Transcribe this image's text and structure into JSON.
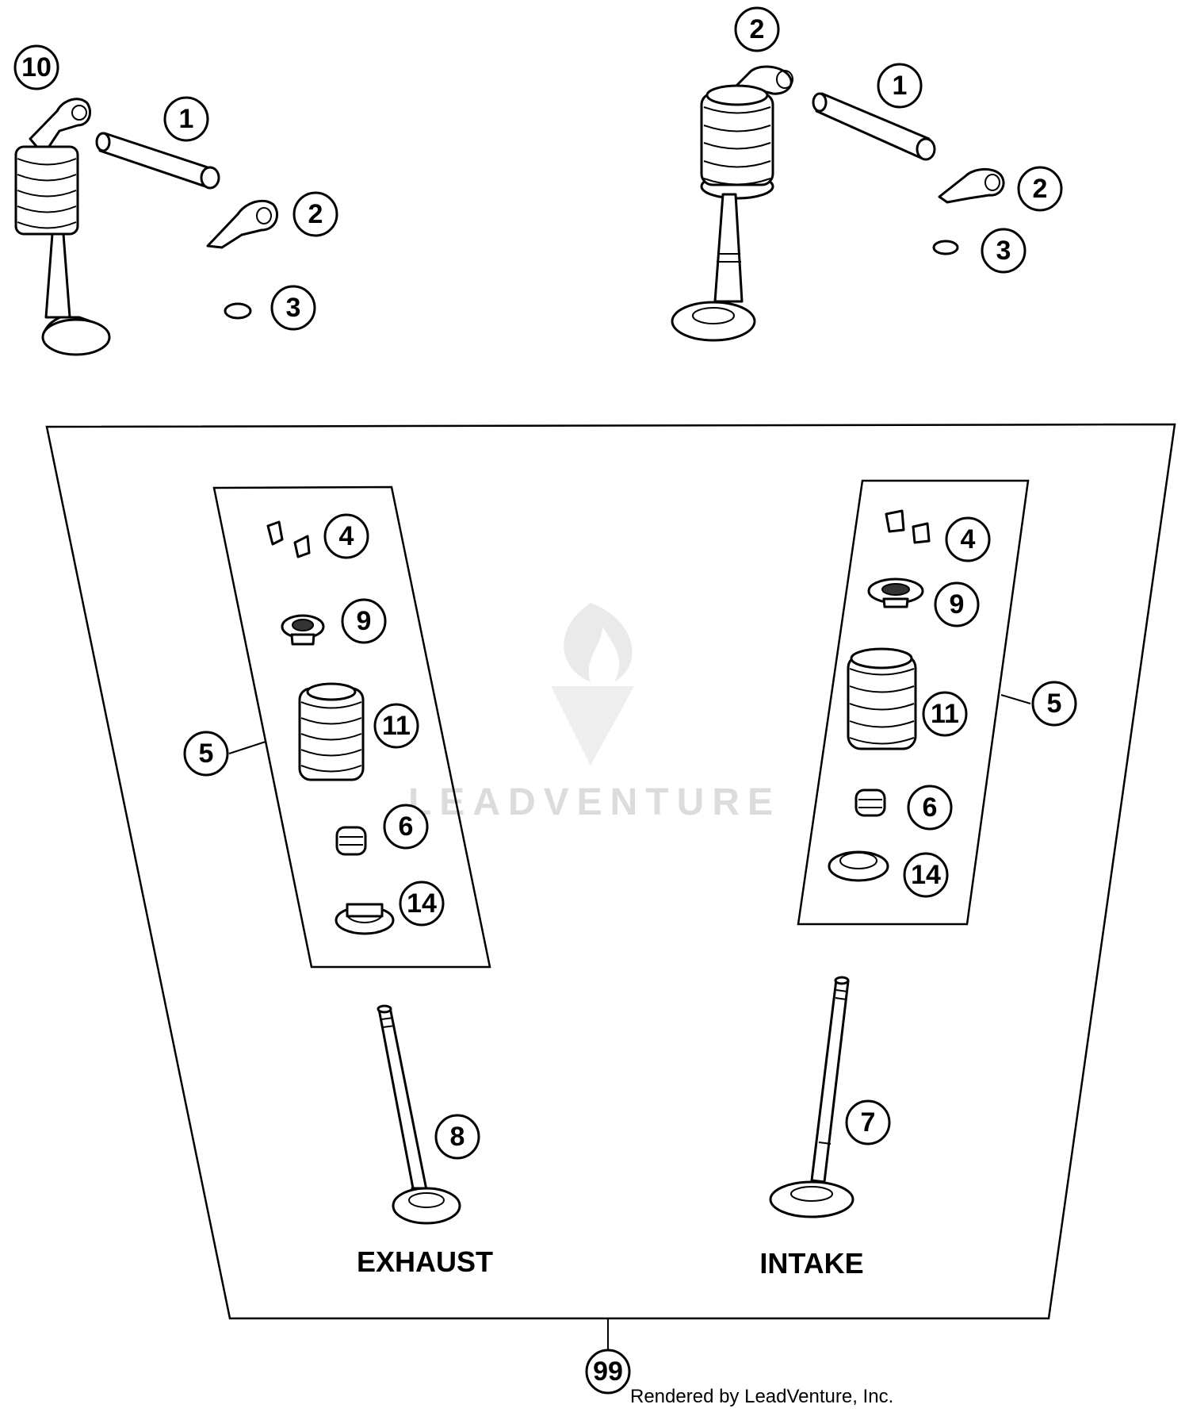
{
  "callouts": {
    "c10": "10",
    "c1a": "1",
    "c2a": "2",
    "c3a": "3",
    "c2b": "2",
    "c1b": "1",
    "c2c": "2",
    "c3b": "3",
    "c4a": "4",
    "c9a": "9",
    "c5a": "5",
    "c11a": "11",
    "c6a": "6",
    "c14a": "14",
    "c4b": "4",
    "c9b": "9",
    "c5b": "5",
    "c11b": "11",
    "c6b": "6",
    "c14b": "14",
    "c8": "8",
    "c7": "7",
    "c99": "99"
  },
  "labels": {
    "exhaust": "EXHAUST",
    "intake": "INTAKE"
  },
  "watermark": "LEADVENTURE",
  "credit": "Rendered by LeadVenture, Inc."
}
